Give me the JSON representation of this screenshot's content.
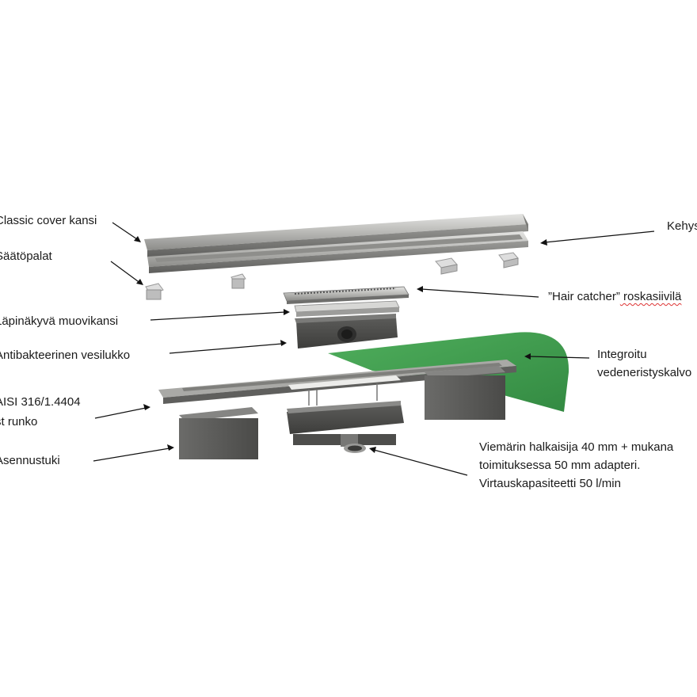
{
  "labels": {
    "classic_cover": "Classic cover kansi",
    "saatopalat": "Säätöpalat",
    "muovikansi": "Läpinäkyvä muovikansi",
    "vesilukko": "Antibakteerinen vesilukko",
    "runko_line1": "AISI 316/1.4404",
    "runko_line2": "st runko",
    "asennustuki": "Asennustuki",
    "kehys": "Kehys",
    "hair_catcher_pre": "”Hair catcher”",
    "hair_catcher_post": " roskasiivilä",
    "integroitu_line1": "Integroitu",
    "integroitu_line2": "vedeneristyskalvo",
    "viemari_line1": "Viemärin halkaisija 40 mm + mukana",
    "viemari_line2": "toimituksessa 50 mm adapteri.",
    "viemari_line3": "Virtauskapasiteetti 50 l/min"
  },
  "colors": {
    "membrane": "#3f9d4e",
    "steel_light": "#c9c9c7",
    "steel_dark": "#6a6a6a",
    "support": "#5a5a5a",
    "text": "#1a1a1a"
  }
}
